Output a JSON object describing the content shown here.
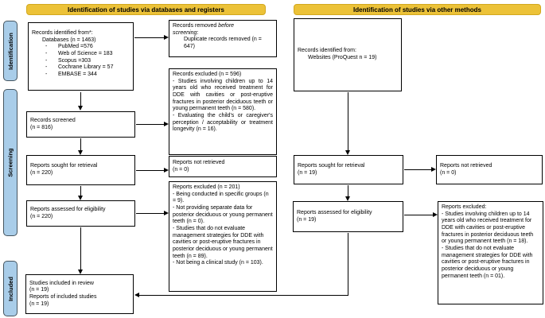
{
  "headers": {
    "left": "Identification of studies via databases and registers",
    "right": "Identification of studies via other methods"
  },
  "side_labels": {
    "identification": "Identification",
    "screening": "Screening",
    "included": "Included"
  },
  "colors": {
    "header_bg": "#ecc238",
    "header_border": "#d2a81f",
    "side_label_bg": "#a9cde9",
    "side_label_border": "#46555f",
    "box_border": "#000000",
    "arrow": "#000000"
  },
  "left_col": {
    "identified": {
      "title": "Records identified from*:",
      "subtitle": "Databases (n = 1463)",
      "sources": [
        {
          "marker": "-",
          "text": "PubMed =576"
        },
        {
          "marker": "-",
          "text": "Web of Science = 183"
        },
        {
          "marker": "-",
          "text": "Scopus =303"
        },
        {
          "marker": "-",
          "text": "Cochrane Library = 57"
        },
        {
          "marker": "-",
          "text": "EMBASE = 344"
        }
      ]
    },
    "screened": {
      "lines": [
        "Records screened",
        "(n = 816)"
      ]
    },
    "sought": {
      "lines": [
        "Reports sought for retrieval",
        "(n = 220)"
      ]
    },
    "assessed": {
      "lines": [
        "Reports assessed for eligibility",
        "(n = 220)"
      ]
    },
    "included": {
      "lines": [
        "Studies included in review",
        "(n = 19)",
        "Reports of included studies",
        "(n = 19)"
      ]
    }
  },
  "mid_col": {
    "removed": {
      "pre": "Records removed ",
      "italic1": "before",
      "italic2": "screening",
      "post": ":",
      "detail": "Duplicate records removed (n = 647)"
    },
    "records_excluded": {
      "title": "Records excluded (n = 596)",
      "items": [
        "- Studies involving children up to 14 years old who received treatment for DDE with cavities or post-eruptive fractures in posterior deciduous teeth or young permanent teeth (n = 580).",
        "- Evaluating the child's or caregiver's perception / acceptability or treatment longevity (n = 16)."
      ]
    },
    "not_retrieved": {
      "lines": [
        "Reports not retrieved",
        "(n = 0)"
      ]
    },
    "reports_excluded": {
      "title": "Reports excluded (n = 201)",
      "items": [
        "- Being conducted in specific groups (n = 9).",
        "- Not providing separate data for posterior deciduous or young permanent teeth (n = 0).",
        "- Studies that do not evaluate management strategies for DDE with cavities or post-eruptive fractures in posterior deciduous or young permanent teeth (n = 89).",
        "- Not being a clinical study (n = 103)."
      ]
    }
  },
  "right_col": {
    "identified": {
      "line1": "Records identified from:",
      "line2": "Websites (ProQuest n = 19)"
    },
    "sought": {
      "lines": [
        "Reports sought for retrieval",
        "(n = 19)"
      ]
    },
    "not_retrieved": {
      "lines": [
        "Reports not retrieved",
        "(n = 0)"
      ]
    },
    "assessed": {
      "lines": [
        "Reports assessed for eligibility",
        "(n = 19)"
      ]
    },
    "reports_excluded": {
      "title": "Reports excluded:",
      "items": [
        "- Studies involving children up to 14 years old who received treatment for DDE with cavities or post-eruptive fractures in posterior deciduous teeth or young permanent teeth (n = 18).",
        "- Studies that do not evaluate management strategies for DDE with cavities or post-eruptive fractures in posterior deciduous or young permanent teeth (n = 01)."
      ]
    }
  }
}
